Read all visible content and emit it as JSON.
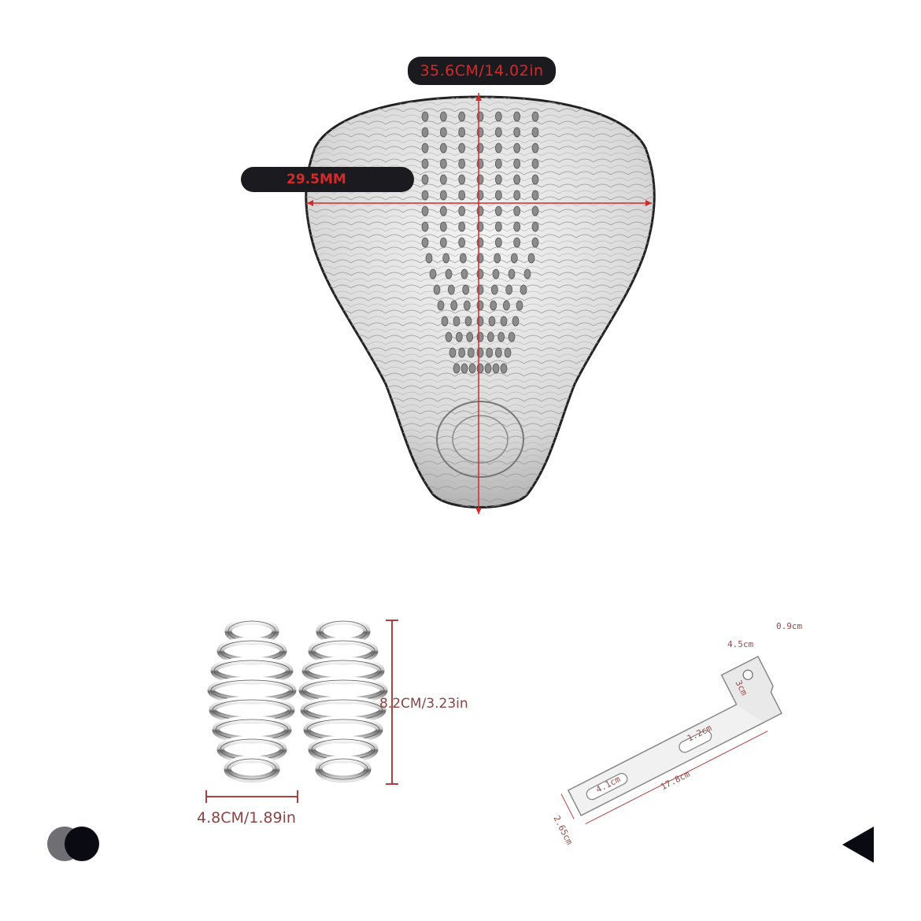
{
  "seat": {
    "width_label": "35.6CM/14.02in",
    "depth_label": "29.5MM"
  },
  "springs": {
    "height_label": "8.2CM/3.23in",
    "width_label": "4.8CM/1.89in"
  },
  "bracket": {
    "labels": [
      "0.9cm",
      "4.5cm",
      "3cm",
      "1.2cm",
      "4.1cm",
      "17.8cm",
      "2.65cm"
    ]
  },
  "controls": {
    "dots_icon": "overlapping-circles-icon",
    "arrow_icon": "triangle-left-icon"
  },
  "colors": {
    "dimension_red": "#d42a2a",
    "pill_background": "#1a1a1f"
  }
}
